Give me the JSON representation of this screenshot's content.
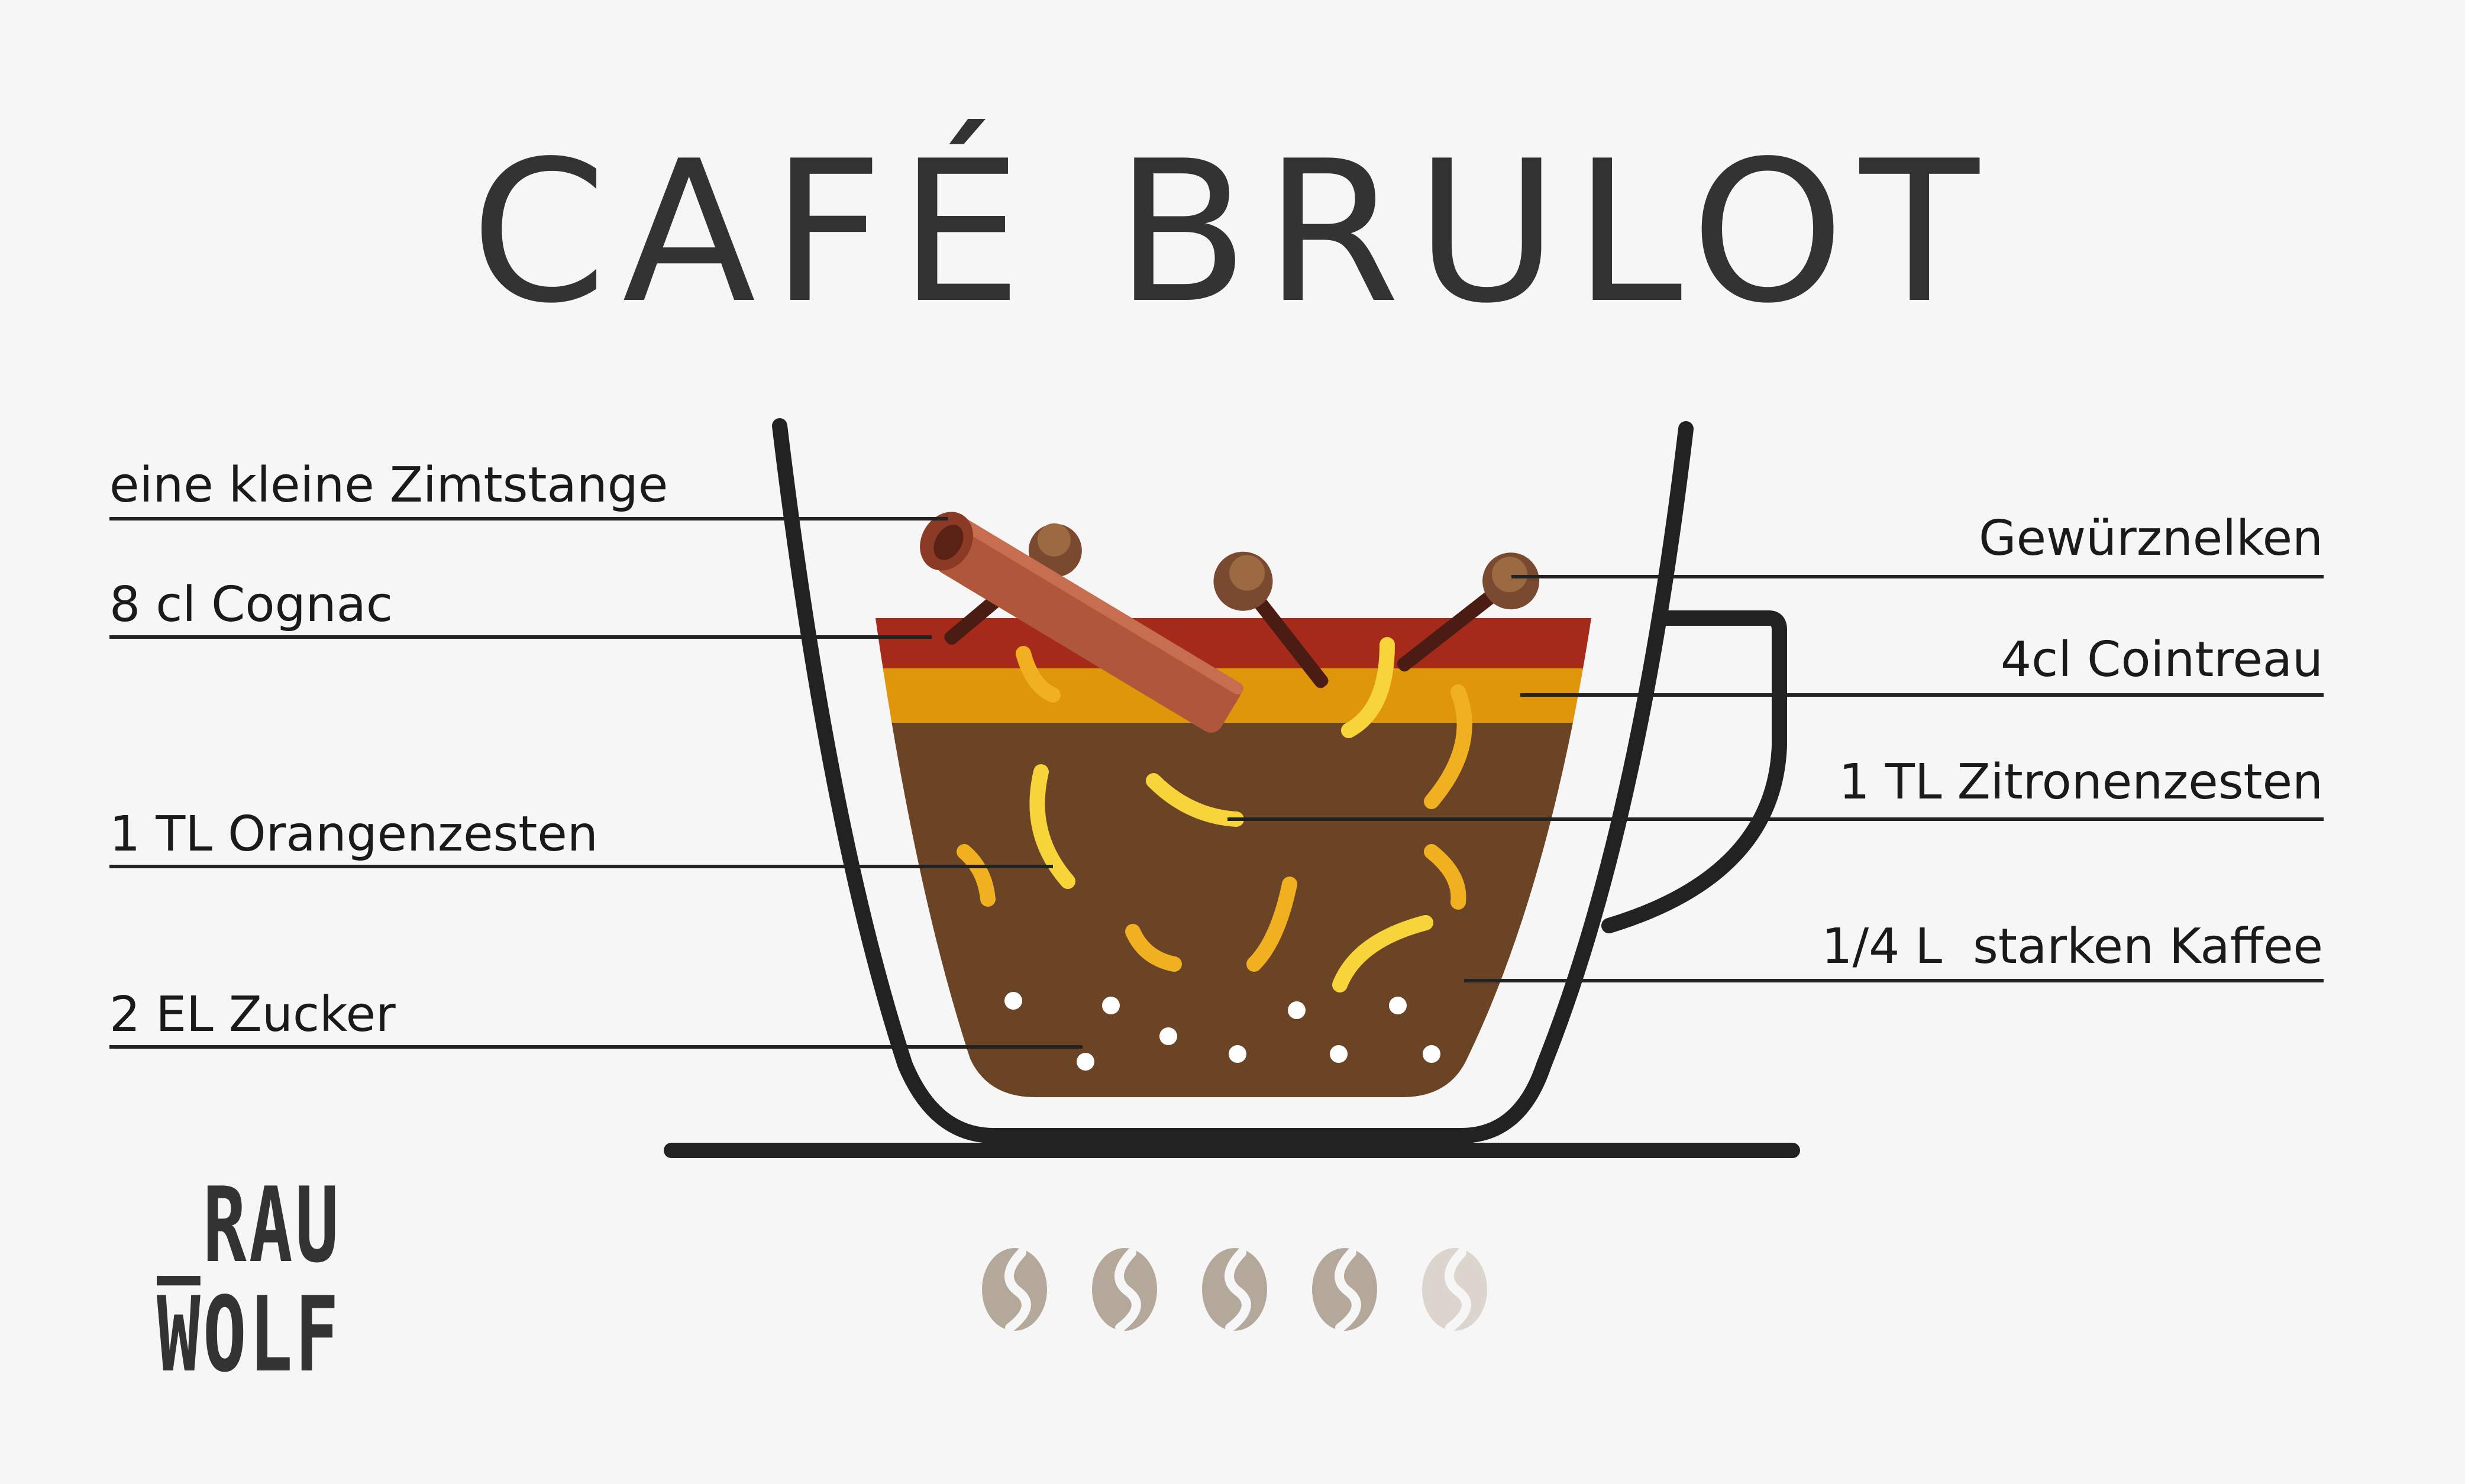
{
  "title": "CAFÉ BRULOT",
  "labels_left": [
    {
      "id": "zimt",
      "text": "eine kleine Zimtstange"
    },
    {
      "id": "cognac",
      "text": "8 cl Cognac"
    },
    {
      "id": "orange",
      "text": "1 TL Orangenzesten"
    },
    {
      "id": "zucker",
      "text": "2 EL Zucker"
    }
  ],
  "labels_right": [
    {
      "id": "nelken",
      "text": "Gewürznelken"
    },
    {
      "id": "cointreau",
      "text": "4cl Cointreau"
    },
    {
      "id": "zitrone",
      "text": "1 TL Zitronenzesten"
    },
    {
      "id": "kaffee",
      "text": "1/4 L  starken Kaffee"
    }
  ],
  "logo": {
    "line1": "_RAU",
    "line2": "WOLF"
  },
  "strength": {
    "filled": 4,
    "total": 5
  },
  "colors": {
    "background": "#f6f6f6",
    "title": "#333333",
    "cup_outline": "#222222",
    "cognac": "#a62a1a",
    "cointreau": "#e0960a",
    "coffee": "#6a4424",
    "cinnamon": "#b0563a",
    "clove": "#4a1c14",
    "zest_lemon": "#f7d43a",
    "zest_orange": "#f0b020",
    "sugar": "#ffffff",
    "bean_filled": "#b3a89a",
    "bean_empty": "#dbd5cd"
  }
}
